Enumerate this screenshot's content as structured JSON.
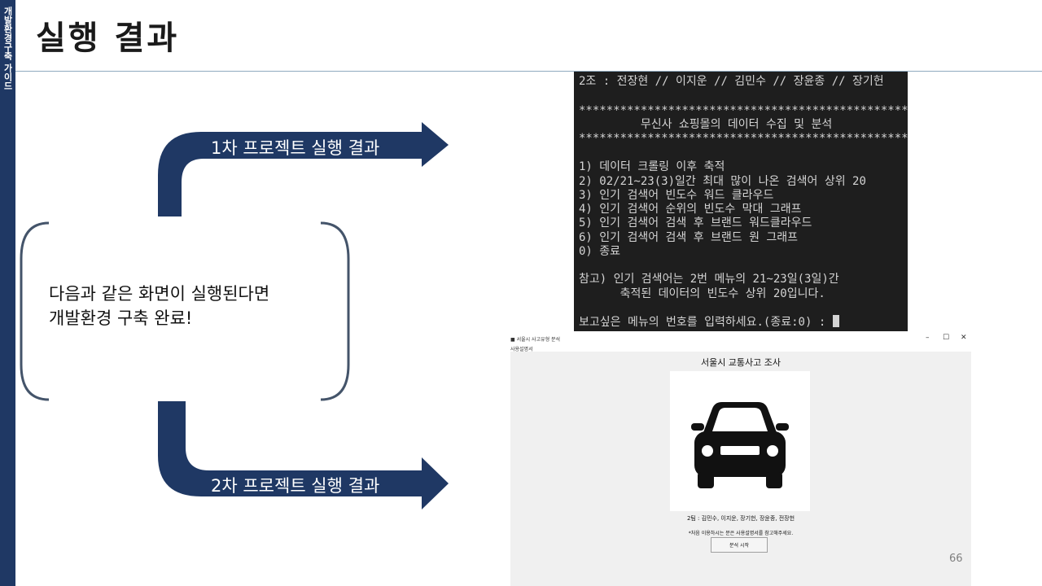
{
  "sidebar": {
    "text": "개발환경구축 가이드",
    "color": "#1f3864"
  },
  "slide": {
    "title": "실행 결과",
    "page_number": "66"
  },
  "flow": {
    "arrow_top_label": "1차 프로젝트 실행 결과",
    "arrow_bottom_label": "2차 프로젝트 실행 결과",
    "box_line1": "다음과 같은 화면이 실행된다면",
    "box_line2": "개발환경 구축 완료!",
    "arrow_color": "#1f3864",
    "bracket_color": "#44546a"
  },
  "console": {
    "lines": [
      "2조 : 전장현 // 이지운 // 김민수 // 장윤종 // 장기헌",
      "",
      "**************************************************",
      "         무신사 쇼핑몰의 데이터 수집 및 분석",
      "**************************************************",
      "",
      "1) 데이터 크롤링 이후 축적",
      "2) 02/21~23(3)일간 최대 많이 나온 검색어 상위 20",
      "3) 인기 검색어 빈도수 워드 클라우드",
      "4) 인기 검색어 순위의 빈도수 막대 그래프",
      "5) 인기 검색어 검색 후 브랜드 워드클라우드",
      "6) 인기 검색어 검색 후 브랜드 원 그래프",
      "0) 종료",
      "",
      "참고) 인기 검색어는 2번 메뉴의 21~23일(3일)간",
      "      축적된 데이터의 빈도수 상위 20입니다.",
      "",
      "보고싶은 메뉴의 번호를 입력하세요.(종료:0) : "
    ]
  },
  "window": {
    "title": "서울시 사고유형 분석",
    "menu": "사용설명서",
    "heading": "서울시 교통사고 조사",
    "car_icon": "car-icon",
    "team": "2팀 : 김민수, 이지운, 장기헌, 장윤종, 전장헌",
    "note": "*처음 이용하시는 분은 사용설명서를 참고해주세요.",
    "start_button": "분석 시작",
    "minimize": "–",
    "maximize": "☐",
    "close": "✕"
  }
}
